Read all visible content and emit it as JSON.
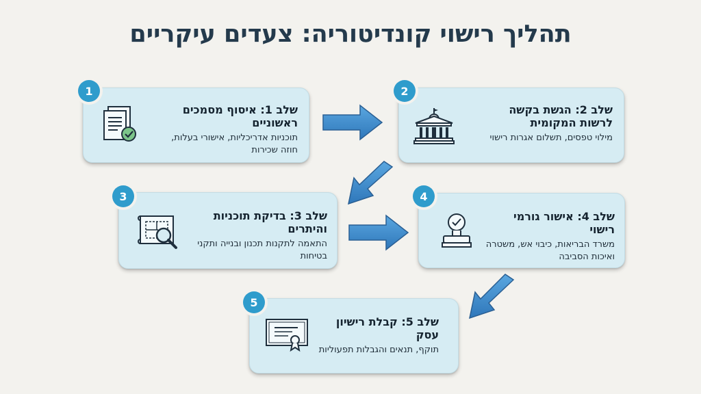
{
  "title": "תהליך רישוי קונדיטוריה: צעדים עיקריים",
  "steps": [
    {
      "number": "1",
      "title": "שלב 1: איסוף מסמכים ראשוניים",
      "desc": "תוכניות אדריכליות, אישורי בעלות, חוזה שכירות",
      "icon": "document-check-icon"
    },
    {
      "number": "2",
      "title": "שלב 2: הגשת בקשה לרשות המקומית",
      "desc": "מילוי טפסים, תשלום אגרות רישוי",
      "icon": "municipal-building-icon"
    },
    {
      "number": "3",
      "title": "שלב 3: בדיקת תוכניות והיתרים",
      "desc": "התאמה לתקנות תכנון ובנייה ותקני בטיחות",
      "icon": "blueprint-magnifier-icon"
    },
    {
      "number": "4",
      "title": "שלב 4: אישור גורמי רישוי",
      "desc": "משרד הבריאות, כיבוי אש, משטרה ואיכות הסביבה",
      "icon": "approval-stamp-icon"
    },
    {
      "number": "5",
      "title": "שלב 5: קבלת רישיון עסק",
      "desc": "תוקף, תנאים והגבלות תפעוליות",
      "icon": "certificate-icon"
    }
  ],
  "colors": {
    "card": "#d6ecf3",
    "badge": "#2f9ccc",
    "arrow": "#3d8cd0",
    "title": "#243a4c"
  }
}
